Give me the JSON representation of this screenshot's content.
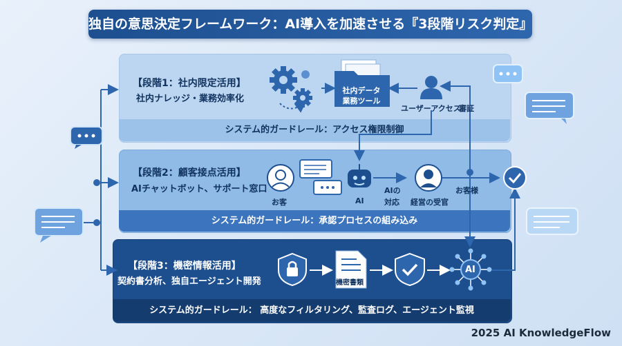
{
  "title": "独自の意思決定フレームワーク：AI導入を加速させる『3段階リスク判定』",
  "stage1": {
    "title": "【段階1：社内限定活用】",
    "subtitle": "社内ナレッジ・業務効率化",
    "folder_label_1": "社内データ",
    "folder_label_2": "業務ツール",
    "user_access": "ユーザーアクセス",
    "audit": "審証",
    "guardrail": "システム的ガードレール：アクセス権限制御"
  },
  "stage2": {
    "title": "【段階2：顧客接点活用】",
    "subtitle": "AIチャットボット、サポート窓口",
    "customer": "お客",
    "ai": "AI",
    "ai_response_1": "AIの",
    "ai_response_2": "対応",
    "manager": "経営の受官",
    "customer_end": "お客様",
    "guardrail": "システム的ガードレール：承認プロセスの組み込み"
  },
  "stage3": {
    "title": "【段階3：機密情報活用】",
    "subtitle": "契約書分析、独自エージェント開発",
    "document_label": "機密書類",
    "ai_label": "AI",
    "guardrail": "システム的ガードレール： 高度なフィルタリング、監査ログ、エージェント監視"
  },
  "footer": "2025 AI KnowledgeFlow",
  "colors": {
    "title_bg": "#1d4f8f",
    "stage1_bg": "#bcd6f1",
    "stage2_bg": "#8fbbe6",
    "stage3_bg": "#1d4f8f",
    "accent": "#2e66ad"
  },
  "icons": [
    "gear-icon",
    "folder-icon",
    "user-icon",
    "chat-bubble-icon",
    "robot-icon",
    "person-icon",
    "manager-icon",
    "check-circle-icon",
    "lock-shield-icon",
    "document-icon",
    "check-shield-icon",
    "ai-network-icon"
  ]
}
